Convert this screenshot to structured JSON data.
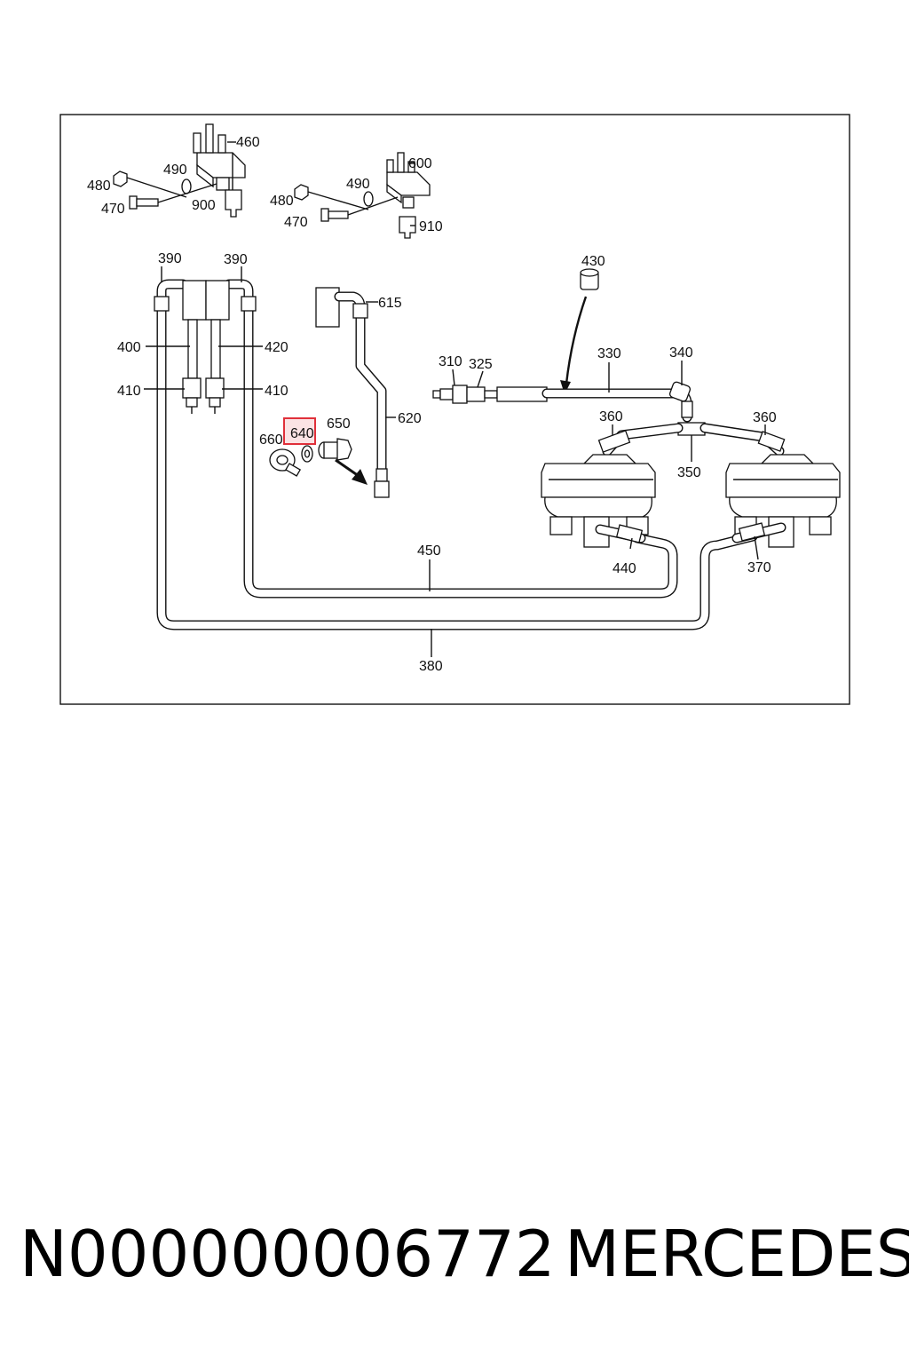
{
  "diagram": {
    "labels": {
      "l460": "460",
      "l490a": "490",
      "l480a": "480",
      "l470a": "470",
      "l900": "900",
      "l600": "600",
      "l490b": "490",
      "l480b": "480",
      "l470b": "470",
      "l910": "910",
      "l390a": "390",
      "l390b": "390",
      "l400": "400",
      "l420": "420",
      "l410a": "410",
      "l410b": "410",
      "l615": "615",
      "l620": "620",
      "l640": "640",
      "l650": "650",
      "l660": "660",
      "l430": "430",
      "l310": "310",
      "l325": "325",
      "l330": "330",
      "l340": "340",
      "l360a": "360",
      "l360b": "360",
      "l350": "350",
      "l450": "450",
      "l440": "440",
      "l370": "370",
      "l380": "380"
    },
    "highlighted_part": "640",
    "highlight_color": "#e0303a"
  },
  "footer": {
    "part_number": "N000000006772",
    "brand": "MERCEDES"
  }
}
